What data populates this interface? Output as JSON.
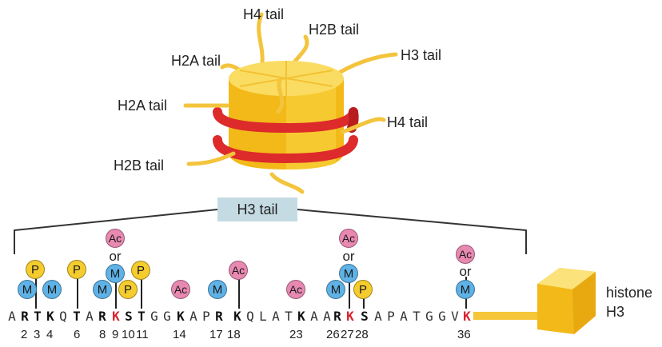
{
  "nucleosome_labels": {
    "h4_top": "H4 tail",
    "h2b_top": "H2B tail",
    "h2a_upper": "H2A tail",
    "h3_right": "H3 tail",
    "h2a_left": "H2A tail",
    "h4_right": "H4 tail",
    "h2b_left": "H2B tail"
  },
  "h3_tail_box": "H3 tail",
  "histone_label": {
    "line1": "histone",
    "line2": "H3"
  },
  "or_text": "or",
  "modification_symbols": {
    "acetyl": "Ac",
    "methyl": "M",
    "phospho": "P"
  },
  "modification_colors": {
    "acetyl": "#e889b2",
    "methyl": "#5fb2e6",
    "phospho": "#f5cc2e",
    "modified_lysine": "#d9232e"
  },
  "sequence": [
    "A",
    "R",
    "T",
    "K",
    "Q",
    "T",
    "A",
    "R",
    "K",
    "S",
    "T",
    "G",
    "G",
    "K",
    "A",
    "P",
    "R",
    "K",
    "Q",
    "L",
    "A",
    "T",
    "K",
    "A",
    "A",
    "R",
    "K",
    "S",
    "A",
    "P",
    "A",
    "T",
    "G",
    "G",
    "V",
    "K"
  ],
  "positions": [
    "2",
    "3",
    "4",
    "6",
    "8",
    "9",
    "10",
    "11",
    "14",
    "17",
    "18",
    "23",
    "26",
    "27",
    "28",
    "36"
  ]
}
